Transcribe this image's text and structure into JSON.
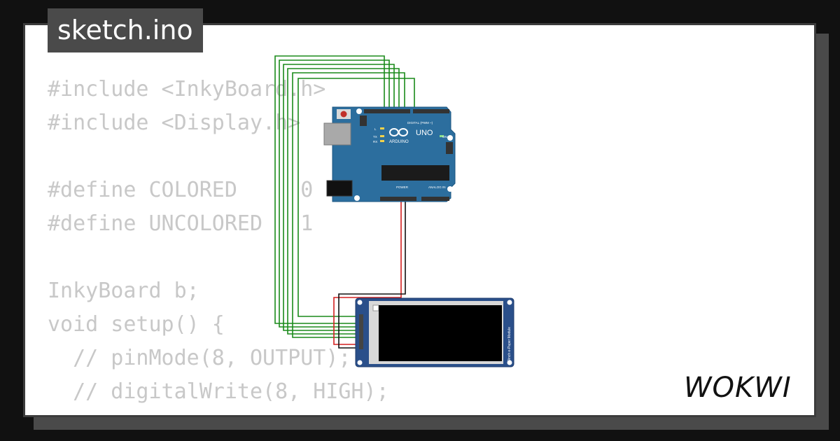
{
  "filename": "sketch.ino",
  "code_lines": [
    "#include <InkyBoard.h>",
    "#include <Display.h>",
    "",
    "#define COLORED     0",
    "#define UNCOLORED   1",
    "",
    "InkyBoard b;",
    "void setup() {",
    "  // pinMode(8, OUTPUT);",
    "  // digitalWrite(8, HIGH);",
    "}"
  ],
  "board": {
    "brand": "ARDUINO",
    "model": "UNO",
    "digital_label": "DIGITAL (PWM ~)",
    "power_label": "POWER",
    "analog_label": "ANALOG IN",
    "on_label": "ON",
    "led_labels": [
      "L",
      "TX",
      "RX"
    ]
  },
  "epaper": {
    "module_label": "2.9inch e-Paper Module"
  },
  "brand_logo": "WOKWI",
  "colors": {
    "wire_signal": "#1a8a1a",
    "wire_power": "#d42020",
    "wire_ground": "#111111",
    "board_blue": "#2c6e9e",
    "display_blue": "#2a4f8a"
  }
}
